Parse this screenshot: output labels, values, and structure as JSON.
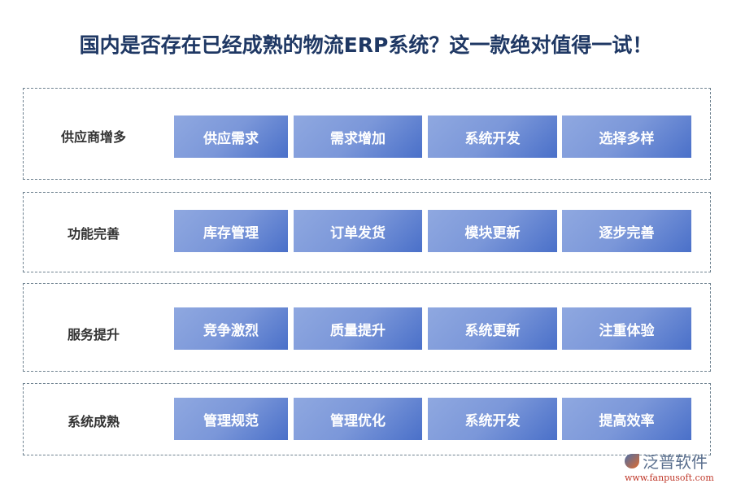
{
  "title": "国内是否存在已经成熟的物流ERP系统？这一款绝对值得一试！",
  "rows": [
    {
      "label": "供应商增多",
      "items": [
        "供应需求",
        "需求增加",
        "系统开发",
        "选择多样"
      ]
    },
    {
      "label": "功能完善",
      "items": [
        "库存管理",
        "订单发货",
        "模块更新",
        "逐步完善"
      ]
    },
    {
      "label": "服务提升",
      "items": [
        "竞争激烈",
        "质量提升",
        "系统更新",
        "注重体验"
      ]
    },
    {
      "label": "系统成熟",
      "items": [
        "管理规范",
        "管理优化",
        "系统开发",
        "提高效率"
      ]
    }
  ],
  "logo": {
    "name": "泛普软件",
    "url": "www.fanpusoft.com"
  },
  "colors": {
    "title": "#1f3864",
    "button_start": "#8fa8e0",
    "button_end": "#4a70c9"
  }
}
